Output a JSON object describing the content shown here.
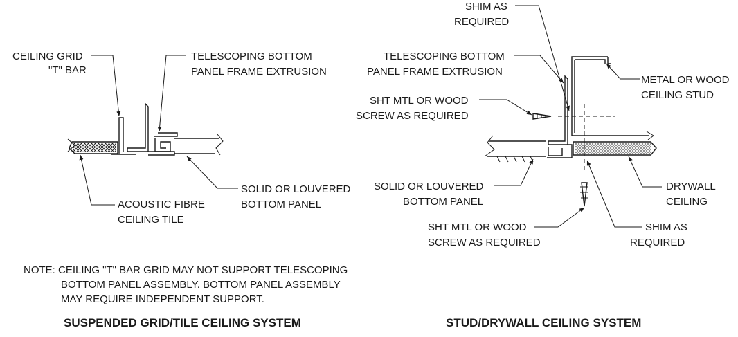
{
  "left": {
    "grid_label": [
      "CEILING GRID",
      "\"T\" BAR"
    ],
    "extrusion_label": [
      "TELESCOPING BOTTOM",
      "PANEL FRAME EXTRUSION"
    ],
    "tile_label": [
      "ACOUSTIC FIBRE",
      "CEILING TILE"
    ],
    "panel_label": [
      "SOLID OR LOUVERED",
      "BOTTOM PANEL"
    ],
    "note_lines": [
      "NOTE: CEILING \"T\" BAR GRID MAY NOT SUPPORT TELESCOPING",
      "BOTTOM PANEL ASSEMBLY. BOTTOM PANEL ASSEMBLY",
      "MAY REQUIRE INDEPENDENT SUPPORT."
    ],
    "title": "SUSPENDED GRID/TILE CEILING SYSTEM"
  },
  "right": {
    "shim_top_label": [
      "SHIM AS",
      "REQUIRED"
    ],
    "extrusion_label": [
      "TELESCOPING BOTTOM",
      "PANEL FRAME EXTRUSION"
    ],
    "screw_top_label": [
      "SHT MTL OR WOOD",
      "SCREW AS REQUIRED"
    ],
    "stud_label": [
      "METAL OR WOOD",
      "CEILING STUD"
    ],
    "panel_label": [
      "SOLID OR LOUVERED",
      "BOTTOM PANEL"
    ],
    "drywall_label": [
      "DRYWALL",
      "CEILING"
    ],
    "screw_bottom_label": [
      "SHT MTL OR WOOD",
      "SCREW AS REQUIRED"
    ],
    "shim_bottom_label": [
      "SHIM AS",
      "REQUIRED"
    ],
    "title": "STUD/DRYWALL CEILING SYSTEM"
  }
}
